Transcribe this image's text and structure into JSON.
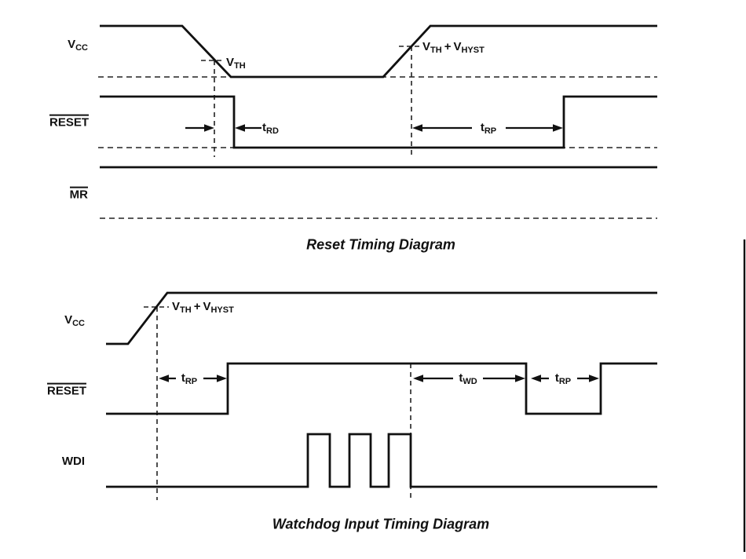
{
  "page": {
    "background": "#ffffff",
    "line_color": "#111111"
  },
  "reset_diagram": {
    "title": "Reset Timing Diagram",
    "signals": {
      "vcc": {
        "main": "V",
        "sub": "CC"
      },
      "reset": "RESET",
      "mr": "MR"
    },
    "annotations": {
      "vth": {
        "main": "V",
        "sub": "TH"
      },
      "vth_hyst": {
        "v1": "V",
        "s1": "TH",
        "plus": "+",
        "v2": "V",
        "s2": "HYST"
      },
      "t_rd": {
        "main": "t",
        "sub": "RD"
      },
      "t_rp": {
        "main": "t",
        "sub": "RP"
      }
    }
  },
  "watchdog_diagram": {
    "title": "Watchdog Input Timing Diagram",
    "signals": {
      "vcc": {
        "main": "V",
        "sub": "CC"
      },
      "reset": "RESET",
      "wdi": "WDI"
    },
    "annotations": {
      "vth_hyst": {
        "v1": "V",
        "s1": "TH",
        "plus": "+",
        "v2": "V",
        "s2": "HYST"
      },
      "t_rp_left": {
        "main": "t",
        "sub": "RP"
      },
      "t_wd": {
        "main": "t",
        "sub": "WD"
      },
      "t_rp_right": {
        "main": "t",
        "sub": "RP"
      }
    }
  }
}
